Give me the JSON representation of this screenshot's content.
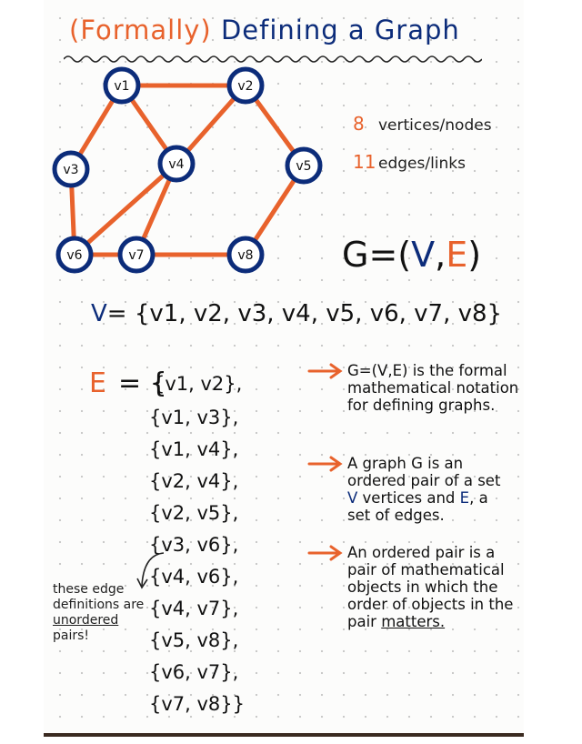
{
  "title": {
    "part1": "(Formally)",
    "part2": "Defining a Graph"
  },
  "graph": {
    "vertices": [
      "v1",
      "v2",
      "v3",
      "v4",
      "v5",
      "v6",
      "v7",
      "v8"
    ],
    "edges": [
      [
        "v1",
        "v2"
      ],
      [
        "v1",
        "v3"
      ],
      [
        "v1",
        "v4"
      ],
      [
        "v2",
        "v4"
      ],
      [
        "v2",
        "v5"
      ],
      [
        "v3",
        "v6"
      ],
      [
        "v4",
        "v6"
      ],
      [
        "v4",
        "v7"
      ],
      [
        "v5",
        "v8"
      ],
      [
        "v6",
        "v7"
      ],
      [
        "v7",
        "v8"
      ]
    ],
    "node_color": "#0c2c7a",
    "edge_color": "#e8622c"
  },
  "stats": {
    "vertices_count": "8",
    "vertices_label": "vertices/nodes",
    "edges_count": "11",
    "edges_label": "edges/links"
  },
  "gdef": {
    "prefix": "G=(",
    "v": "V",
    "comma": ",",
    "e": "E",
    "suffix": ")"
  },
  "vset": {
    "symbol": "V",
    "eq": "= ",
    "members": "{v1, v2, v3, v4, v5, v6, v7, v8}"
  },
  "eset": {
    "symbol": "E",
    "eq": "= {",
    "items": [
      "{v1, v2},",
      "{v1, v3},",
      "{v1, v4},",
      "{v2, v4},",
      "{v2, v5},",
      "{v3, v6},",
      "{v4, v6},",
      "{v4, v7},",
      "{v5, v8},",
      "{v6, v7},",
      "{v7, v8}}"
    ]
  },
  "notes": [
    "G=(V,E) is the formal mathematical notation for defining graphs."
  ],
  "notes_2": {
    "a": "A graph G is an ordered pair of a set ",
    "v": "V",
    "b": " vertices and ",
    "e": "E",
    "c": ", a set of edges."
  },
  "notes_3": {
    "a": "An ordered pair is a pair of mathematical objects in which the order of objects in the pair ",
    "u": "matters."
  },
  "side_note": {
    "pre": "these edge definitions are ",
    "underlined": "unordered",
    "post": " pairs!"
  }
}
